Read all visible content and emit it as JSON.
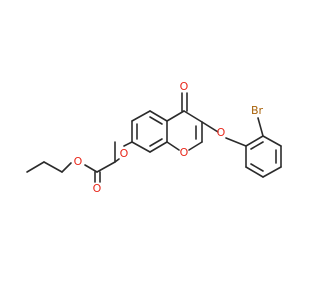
{
  "structure": {
    "atoms": {
      "carbonyl_O": "O",
      "aryl_ether_O": "O",
      "ring_O": "O",
      "ester_carbonyl_O": "O",
      "ester_O": "O",
      "alkoxy_O": "O",
      "bromine": "Br"
    },
    "colors": {
      "bond": "#2b2b2b",
      "oxygen": "#e8281c",
      "bromine": "#a8620a"
    }
  }
}
